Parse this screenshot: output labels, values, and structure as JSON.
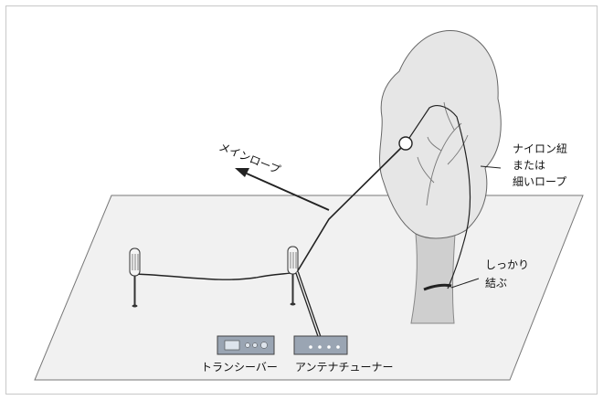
{
  "labels": {
    "main_rope": "メインロープ",
    "nylon_line1": "ナイロン紐",
    "nylon_line2": "または",
    "nylon_line3": "細いロープ",
    "tie_line1": "しっかり",
    "tie_line2": "結ぶ",
    "transceiver": "トランシーバー",
    "tuner": "アンテナチューナー"
  },
  "colors": {
    "ground": "#f1f1f1",
    "tree": "#e6e6e6",
    "trunk": "#cfcfcf",
    "device": "#9aa5b3",
    "line": "#222222"
  },
  "icons": [
    "screwdriver-icon",
    "arrow-icon",
    "ring-icon"
  ]
}
